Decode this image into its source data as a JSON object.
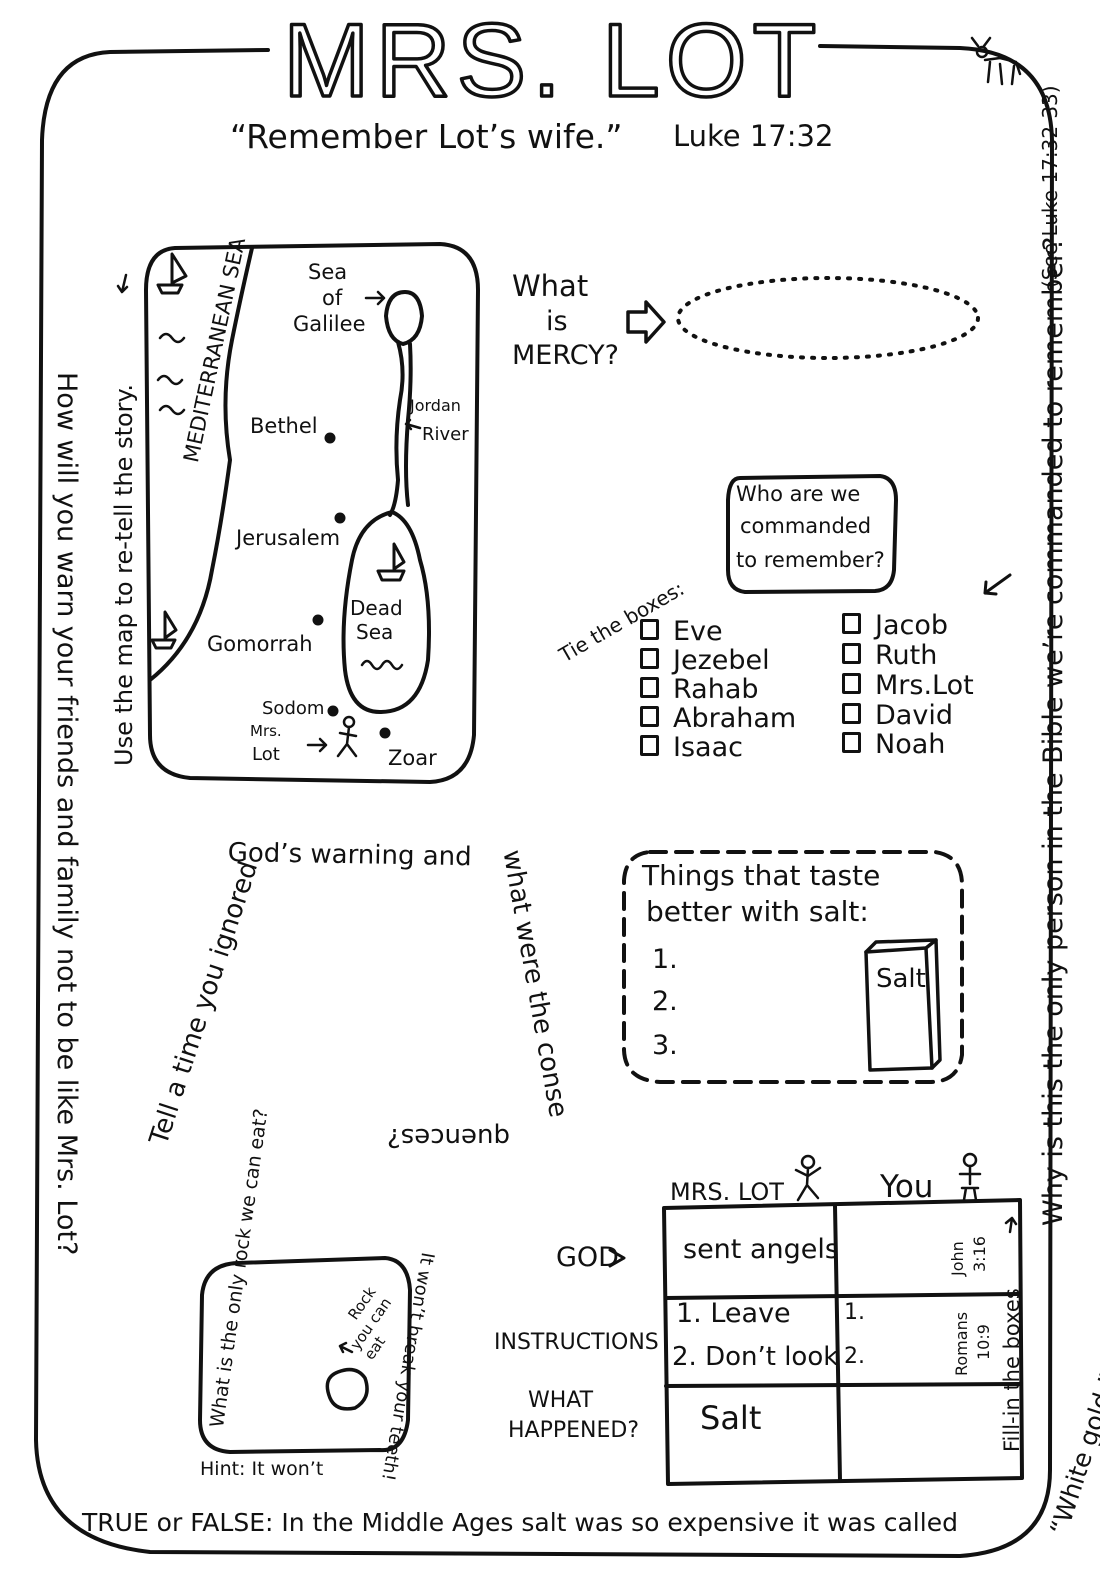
{
  "title": "MRS. LOT",
  "verse": "“Remember Lot’s wife.”",
  "verse_ref": "Luke 17:32",
  "map": {
    "sea_of_galilee": [
      "Sea",
      "of",
      "Galilee"
    ],
    "mediterranean": "MEDITERRANEAN SEA",
    "jordan_river": [
      "Jordan",
      "River"
    ],
    "bethel": "Bethel",
    "jerusalem": "Jerusalem",
    "dead_sea": [
      "Dead",
      "Sea"
    ],
    "gomorrah": "Gomorrah",
    "sodom": "Sodom",
    "mrs_lot": [
      "Mrs.",
      "Lot"
    ],
    "zoar": "Zoar"
  },
  "map_prompt": "Use the map to re-tell the story.",
  "mercy": {
    "what": "What",
    "is": "is",
    "mercy": "MERCY?"
  },
  "remember_bubble": [
    "Who are we",
    "commanded",
    "to remember?"
  ],
  "tie_boxes": "Tie the boxes:",
  "names_left": [
    "Eve",
    "Jezebel",
    "Rahab",
    "Abraham",
    "Isaac"
  ],
  "names_right": [
    "Jacob",
    "Ruth",
    "Mrs.Lot",
    "David",
    "Noah"
  ],
  "right_margin_question": "Why is this the only person in the Bible we’re commanded to remember?",
  "right_margin_ref": "(See Luke 17:32-33)",
  "left_margin_question": "How will you warn your friends and family not to be like Mrs. Lot?",
  "warning_prompt": {
    "left": "Tell a time you ignored",
    "top": "God’s warning and",
    "right": "what were the conse",
    "bottom": "quences?"
  },
  "salt_box": {
    "title": [
      "Things that taste",
      "better with salt:"
    ],
    "items": [
      "1.",
      "2.",
      "3."
    ],
    "salt_label": "Salt"
  },
  "rock_box": {
    "question": "What is the only rock we can eat?",
    "rock_label": [
      "Rock",
      "you can",
      "eat"
    ],
    "side": "It won’t break your teeth!",
    "hint": "Hint: It won’t"
  },
  "compare_table": {
    "col_mrs_lot": "MRS. LOT",
    "col_you": "You",
    "row_god": "GOD",
    "row_instructions": "INSTRUCTIONS",
    "row_what_happened": [
      "WHAT",
      "HAPPENED?"
    ],
    "god_mrs_lot": "sent angels",
    "instr_mrs_lot": [
      "1. Leave",
      "2. Don’t look"
    ],
    "instr_you": [
      "1.",
      "2."
    ],
    "happened_mrs_lot": "Salt",
    "ref_john": [
      "John",
      "3:16"
    ],
    "ref_romans": [
      "Romans",
      "10:9"
    ],
    "fill_in": "Fill-in the boxes"
  },
  "true_false": "TRUE or FALSE: In the Middle Ages salt was so expensive it was called",
  "white_gold": "“White gold.”"
}
